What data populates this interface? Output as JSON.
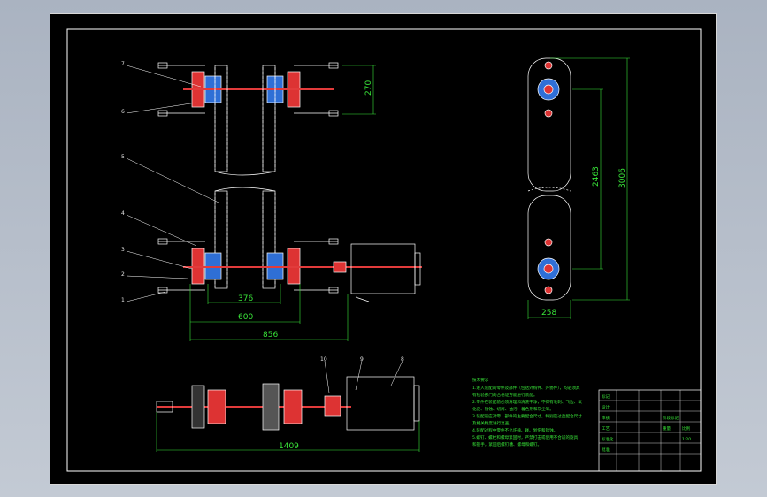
{
  "drawing": {
    "dimensions": {
      "top_view_height": "270",
      "inner_span": "376",
      "mid_span": "600",
      "overall_span": "856",
      "side_inner_height": "2463",
      "side_overall_height": "3006",
      "side_width": "258",
      "bottom_overall": "1409"
    },
    "callouts": [
      "7",
      "6",
      "5",
      "4",
      "3",
      "2",
      "1",
      "10",
      "9",
      "8"
    ],
    "notes": {
      "heading": "技术要求",
      "lines": [
        "1.进入装配的零件及部件（包括外购件、外协件），均必须具",
        "有检验部门的合格证方能进行装配。",
        "2.零件在装配前必须清理和清洗干净，不得有毛刺、飞边、氧",
        "化皮、锈蚀、切屑、油污、着色剂和灰尘等。",
        "3.装配前应对零、部件的主要配合尺寸，特别是过盈配合尺寸",
        "及相关精度进行复查。",
        "4.装配过程中零件不允许磕、碰、划伤和锈蚀。",
        "5.螺钉、螺栓和螺母紧固时，严禁打击或使用不合适的旋具",
        "和扳手，紧固后螺钉槽、螺母和螺钉。"
      ]
    },
    "title_block": {
      "rows": [
        "标记",
        "设计",
        "审核",
        "工艺",
        "标准化",
        "批准"
      ],
      "headers": [
        "阶段标记",
        "重量",
        "比例"
      ],
      "scale": "1:20"
    }
  },
  "colors": {
    "line": "#ffffff",
    "dim": "#39e639",
    "accent": "#e23b3b",
    "hatch": "#2f6fd6",
    "sheet": "#000000"
  }
}
